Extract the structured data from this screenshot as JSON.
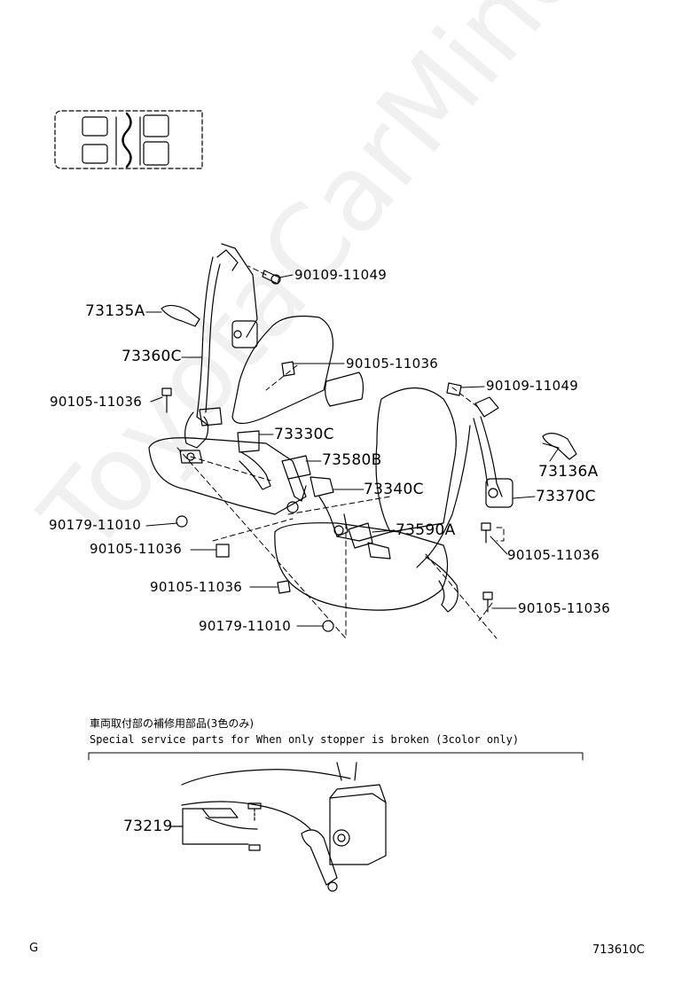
{
  "parts": {
    "p73135A": "73135A",
    "p73360C": "73360C",
    "p73330C": "73330C",
    "p73580B": "73580B",
    "p73340C": "73340C",
    "p73590A": "73590A",
    "p73136A": "73136A",
    "p73370C": "73370C",
    "p73219": "73219",
    "b90109_top": "90109-11049",
    "b90105_mid": "90105-11036",
    "b90105_left": "90105-11036",
    "b90109_right": "90109-11049",
    "b90179_a": "90179-11010",
    "b90105_b": "90105-11036",
    "b90105_c": "90105-11036",
    "b90179_b": "90179-11010",
    "b90105_right1": "90105-11036",
    "b90105_right2": "90105-11036"
  },
  "note": {
    "jp": "車両取付部の補修用部品(3色のみ)",
    "en": "Special  service  parts  for  When  only  stopper  is  broken  (3color  only)"
  },
  "footer": {
    "left": "G",
    "right": "713610C"
  },
  "watermark": "ToyotaCarMine.ru",
  "icons": {
    "vehicle_seat_map": "vehicle-layout-icon"
  }
}
